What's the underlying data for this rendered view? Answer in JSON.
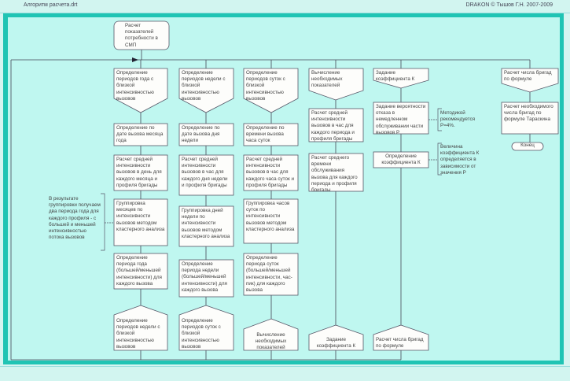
{
  "window": {
    "title": "Алгоритм расчета.drt",
    "copyright": "DRAKON © Тышов Г.Н. 2007-2009"
  },
  "diagram": {
    "start": "Расчет показателей потребности в СМП",
    "end": "Конец",
    "branches": [
      {
        "header": "Определение периодов года с близкой интенсивностью вызовов",
        "actions": [
          "Определение по дате вызова месяца года",
          "Расчет средней интенсивности вызовов в день для каждого месяца и профиля бригады",
          "Группировка месяцев по интенсивности вызовов методом кластерного анализа",
          "Определение периода года (большей/меньшей интенсивности) для каждого вызова"
        ],
        "next": "Определение периодов недели с близкой интенсивностью вызовов"
      },
      {
        "header": "Определение периодов недели с близкой интенсивностью вызовов",
        "actions": [
          "Определение по дате вызова дня недели",
          "Расчет средней интенсивности вызовов в час для каждого дня недели и профиля бригады",
          "Группировка дней недели по интенсивности вызовов методом кластерного анализа",
          "Определение периода недели (большей/меньшей интенсивности) для каждого вызова"
        ],
        "next": "Определение периодов суток с близкой интенсивностью вызовов"
      },
      {
        "header": "Определение периодов суток с близкой интенсивностью вызовов",
        "actions": [
          "Определение по времени вызова часа суток",
          "Расчет средней интенсивности вызовов в час для каждого часа суток и профиля бригады",
          "Группировка часов суток по интенсивности вызовов методом кластерного анализа",
          "Определение периода суток (большей/меньшей интенсивности, час-пик) для каждого вызова"
        ],
        "next": "Вычисление необходимых показателей"
      },
      {
        "header": "Вычисление необходимых показателей",
        "actions": [
          "Расчет средней интенсивности вызовов в час для каждого периода и профиля бригады",
          "Расчет среднего времени обслуживания вызова для каждого периода и профиля бригады"
        ],
        "next": "Задание коэффициента К"
      },
      {
        "header": "Задание коэффициента К",
        "actions": [
          "Задание вероятности отказа в немедленном обслуживании части вызовов P",
          "Определение коэффициента К"
        ],
        "next": "Расчет числа бригад по формуле"
      },
      {
        "header": "Расчет числа бригад по формуле",
        "actions": [
          "Расчет необходимого числа бригад по формуле Тараскина"
        ]
      }
    ],
    "comments": {
      "grouping": "В результате группировки получаем два периода года для каждого профиля - с большей и меньшей интенсивностью потока вызовов",
      "probability": "Методикой рекомендуется P=4%.",
      "coefficient": "Величина коэффициента К определяется в зависимости от значения P"
    }
  }
}
